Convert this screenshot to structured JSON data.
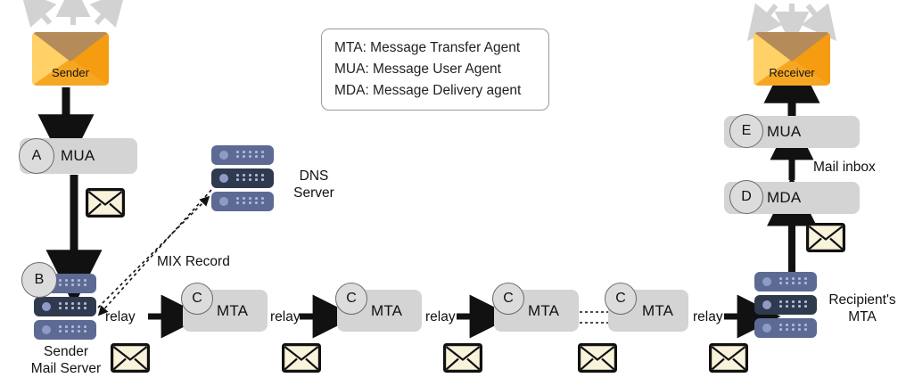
{
  "legend": {
    "lines": [
      "MTA: Message Transfer Agent",
      "MUA: Message User Agent",
      "MDA: Message Delivery agent"
    ]
  },
  "sender": {
    "envelope_label": "Sender",
    "mail_server_line1": "Sender",
    "mail_server_line2": "Mail Server"
  },
  "receiver": {
    "envelope_label": "Receiver",
    "mta_line1": "Recipient's",
    "mta_line2": "MTA"
  },
  "dns": {
    "line1": "DNS",
    "line2": "Server",
    "record_label": "MIX Record"
  },
  "steps": {
    "a": "A",
    "b": "B",
    "c": "C",
    "d": "D",
    "e": "E"
  },
  "roles": {
    "mua_sender": "MUA",
    "mua_receiver": "MUA",
    "mda": "MDA",
    "mta": "MTA"
  },
  "labels": {
    "relay": "relay",
    "mail_inbox": "Mail inbox"
  },
  "colors": {
    "box_gray": "#d4d4d4",
    "badge_gray": "#dcdcdc",
    "envelope_orange": "#f5a623",
    "envelope_light": "#ffd166",
    "envelope_dark": "#f59c10",
    "envelope_flap": "#b58b5a",
    "server_light": "#5d6a94",
    "server_dark": "#2f3a4f",
    "mail_cream": "#faf3dc",
    "arrow_black": "#111111",
    "arrow_gray": "#d2d2d2"
  }
}
